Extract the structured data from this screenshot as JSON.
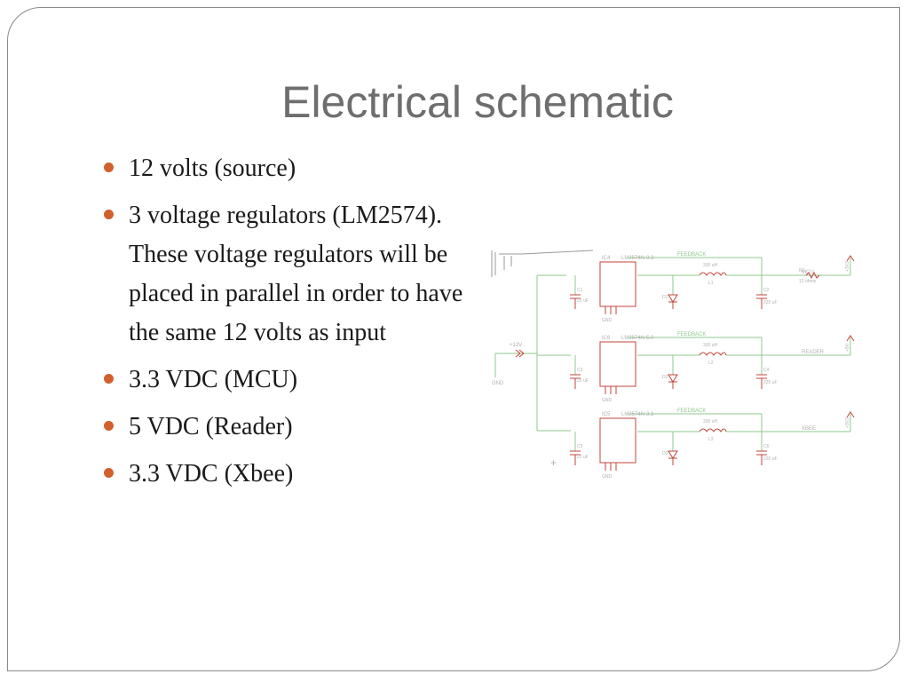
{
  "slide": {
    "title": "Electrical schematic",
    "accent_color": "#d1602d",
    "bullets": [
      {
        "text": "12 volts (source)"
      },
      {
        "text": "3 voltage regulators (LM2574). These voltage regulators will be placed in parallel in order to have the same 12 volts as input"
      },
      {
        "text": "3.3 VDC (MCU)"
      },
      {
        "text": "5 VDC (Reader)"
      },
      {
        "text": "3.3 VDC (Xbee)"
      }
    ]
  },
  "schematic": {
    "wire_color": "#8dc98d",
    "part_color": "#c0443b",
    "label_color": "#b0b0b0",
    "input_label": "+12V",
    "gnd_label": "GND",
    "regulators": [
      {
        "ref": "IC4",
        "part": "LM2574N-3.3",
        "feedback": "FEEDBACK",
        "cap_in": "C1",
        "cap_in_val": "22 uF",
        "inductor": "L1",
        "inductor_val": "330 uH",
        "cap_out": "C2",
        "cap_out_val": "220 uF",
        "diode": "D1",
        "out_net": "MCU",
        "rail": "+3V3",
        "resistor": "R1",
        "resistor_val": "12 ohms"
      },
      {
        "ref": "IC6",
        "part": "LM2574N-5.0",
        "feedback": "FEEDBACK",
        "cap_in": "C3",
        "cap_in_val": "22 uF",
        "inductor": "L2",
        "inductor_val": "330 uH",
        "cap_out": "C4",
        "cap_out_val": "220 uF",
        "diode": "D2",
        "out_net": "READER",
        "rail": "+5V"
      },
      {
        "ref": "IC5",
        "part": "LM2574N-3.3",
        "feedback": "FEEDBACK",
        "cap_in": "C5",
        "cap_in_val": "22 uF",
        "inductor": "L3",
        "inductor_val": "330 uH",
        "cap_out": "C6",
        "cap_out_val": "220 uF",
        "diode": "D3",
        "out_net": "XBEE",
        "rail": "+3V3"
      }
    ]
  }
}
